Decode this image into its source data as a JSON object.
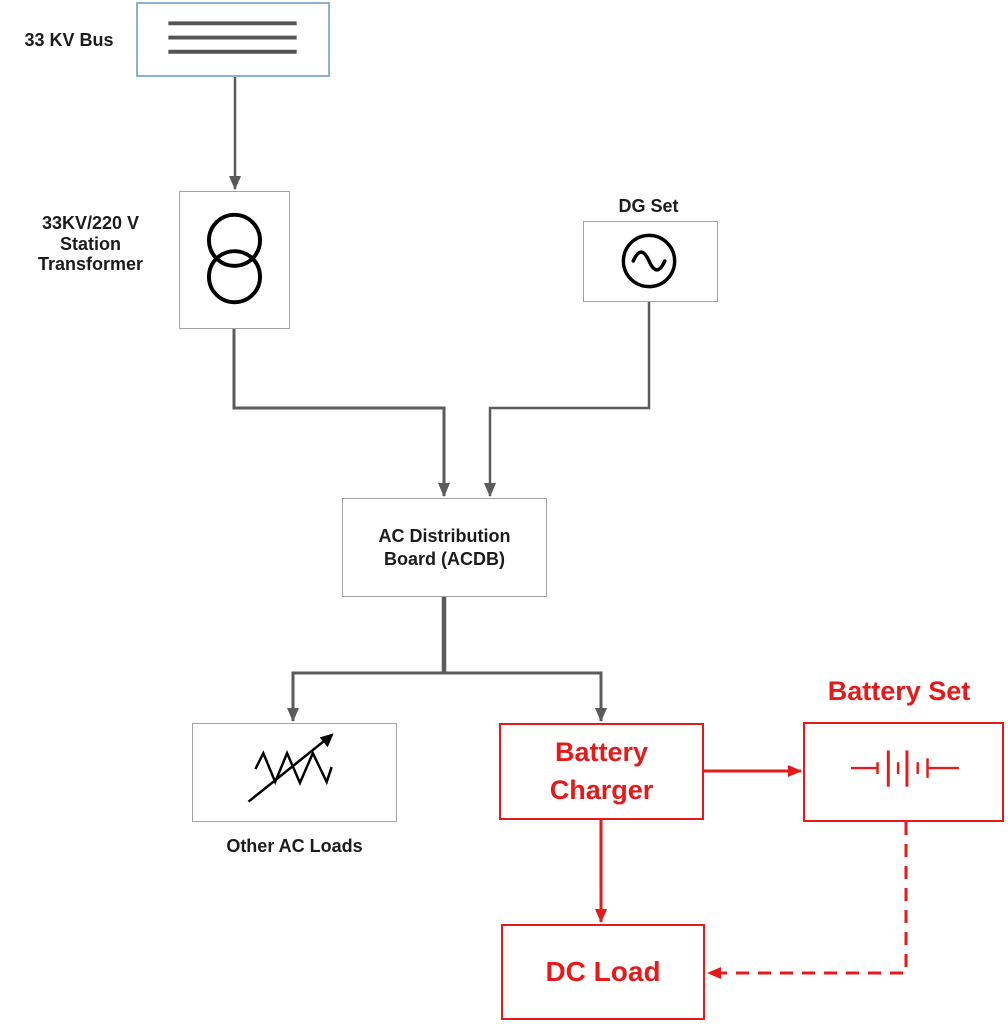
{
  "nodes": {
    "bus": {
      "label": "33 KV Bus"
    },
    "station_transformer": {
      "label": "33KV/220 V\nStation Transformer"
    },
    "dg_set": {
      "label": "DG Set"
    },
    "acdb": {
      "label": "AC Distribution\nBoard (ACDB)"
    },
    "other_ac_loads": {
      "label": "Other AC Loads"
    },
    "battery_charger": {
      "label": "Battery\nCharger"
    },
    "battery_set": {
      "label": "Battery Set"
    },
    "dc_load": {
      "label": "DC Load"
    }
  },
  "icons": {
    "bus": "busbar-icon",
    "station_transformer": "transformer-icon",
    "dg_set": "ac-generator-icon",
    "other_ac_loads": "variable-load-icon",
    "battery_set": "battery-icon"
  },
  "edges": [
    {
      "from": "bus",
      "to": "station_transformer",
      "style": "solid",
      "color": "#5b5b5b",
      "arrow": true
    },
    {
      "from": "station_transformer",
      "to": "acdb",
      "style": "solid",
      "color": "#5b5b5b",
      "arrow": true
    },
    {
      "from": "dg_set",
      "to": "acdb",
      "style": "solid",
      "color": "#5b5b5b",
      "arrow": true
    },
    {
      "from": "acdb",
      "to": "other_ac_loads",
      "style": "solid",
      "color": "#5b5b5b",
      "arrow": true
    },
    {
      "from": "acdb",
      "to": "battery_charger",
      "style": "solid",
      "color": "#5b5b5b",
      "arrow": true
    },
    {
      "from": "battery_charger",
      "to": "battery_set",
      "style": "solid",
      "color": "#e51a1a",
      "arrow": true
    },
    {
      "from": "battery_charger",
      "to": "dc_load",
      "style": "solid",
      "color": "#e51a1a",
      "arrow": true
    },
    {
      "from": "battery_set",
      "to": "dc_load",
      "style": "dashed",
      "color": "#e51a1a",
      "arrow": true
    }
  ],
  "colors": {
    "red_accent": "#e51a1a",
    "connector_gray": "#5b5b5b",
    "box_border_gray": "#a3a3a3",
    "bus_border_blue": "#8ab1d1",
    "symbol_black": "#000000"
  }
}
